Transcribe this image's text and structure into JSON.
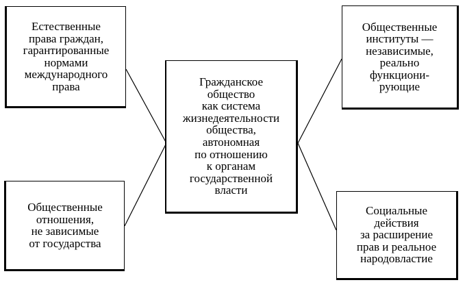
{
  "diagram": {
    "center": {
      "text": "Гражданское\nобщество\nкак система\nжизнедеятельности\nобщества,\nавтономная\nпо отношению\nк органам\nгосударственной\nвласти"
    },
    "top_left": {
      "text": "Естественные\nправа граждан,\nгарантированные\nнормами\nмеждународного\nправа"
    },
    "bottom_left": {
      "text": "Общественные\nотношения,\nне зависимые\nот государства"
    },
    "top_right": {
      "text": "Общественные\nинституты —\nнезависимые,\nреально\nфункциони-\nрующие"
    },
    "bottom_right": {
      "text": "Социальные\nдействия\nза расширение\nправ и реальное\nнародовластие"
    }
  }
}
